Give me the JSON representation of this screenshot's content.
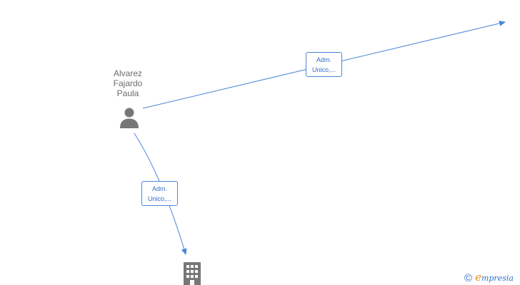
{
  "nodes": {
    "person": {
      "name_lines": [
        "Alvarez",
        "Fajardo",
        "Paula"
      ],
      "icon": "person-icon"
    },
    "company": {
      "icon": "building-icon"
    }
  },
  "edges": [
    {
      "label_lines": [
        "Adm.",
        "Unico,..."
      ]
    },
    {
      "label_lines": [
        "Adm.",
        "Unico,..."
      ]
    }
  ],
  "colors": {
    "edge": "#4a86d8",
    "edge_text": "#2f6fce",
    "icon": "#777777",
    "person_text": "#6b6b6b",
    "brand_accent": "#e8901e"
  },
  "branding": {
    "copyright_symbol": "©",
    "logo_initial": "e",
    "logo_rest": "mpresia"
  }
}
